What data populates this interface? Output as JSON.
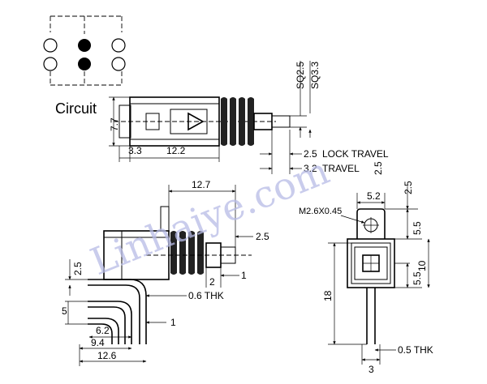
{
  "circuit": {
    "label": "Circuit",
    "contacts": [
      "open",
      "filled",
      "open",
      "open",
      "filled",
      "open"
    ]
  },
  "side_view": {
    "dim_left": "7.7",
    "dim_bottom_left": "3.3",
    "dim_bottom_mid": "12.2",
    "dim_shaft_a": "SQ2.5",
    "dim_shaft_b": "SQ3.3",
    "lock_travel_value": "2.5",
    "lock_travel_label": "LOCK TRAVEL",
    "travel_value": "3.2",
    "travel_label": "TRAVEL",
    "dim_right_vertical": "2.5"
  },
  "front_view": {
    "dim_top": "12.7",
    "dim_right_top": "2.5",
    "dim_left_vertical": "2.5",
    "dim_left_pins": "5",
    "dim_mid_2": "2",
    "dim_mid_1": "1",
    "thk_label": "0.6 THK",
    "dim_pin_1": "1",
    "dim_bottom_a": "6.2",
    "dim_bottom_b": "9.4",
    "dim_bottom_c": "12.6"
  },
  "end_view": {
    "screw_label": "M2.6X0.45",
    "dim_top": "5.2",
    "dim_right_top": "2.5",
    "dim_right_a": "5.5",
    "dim_right_b": "5.5",
    "dim_right_c": "10",
    "dim_left": "18",
    "dim_bottom": "3",
    "thk_label": "0.5 THK"
  },
  "watermark": "Linhaiye.com"
}
